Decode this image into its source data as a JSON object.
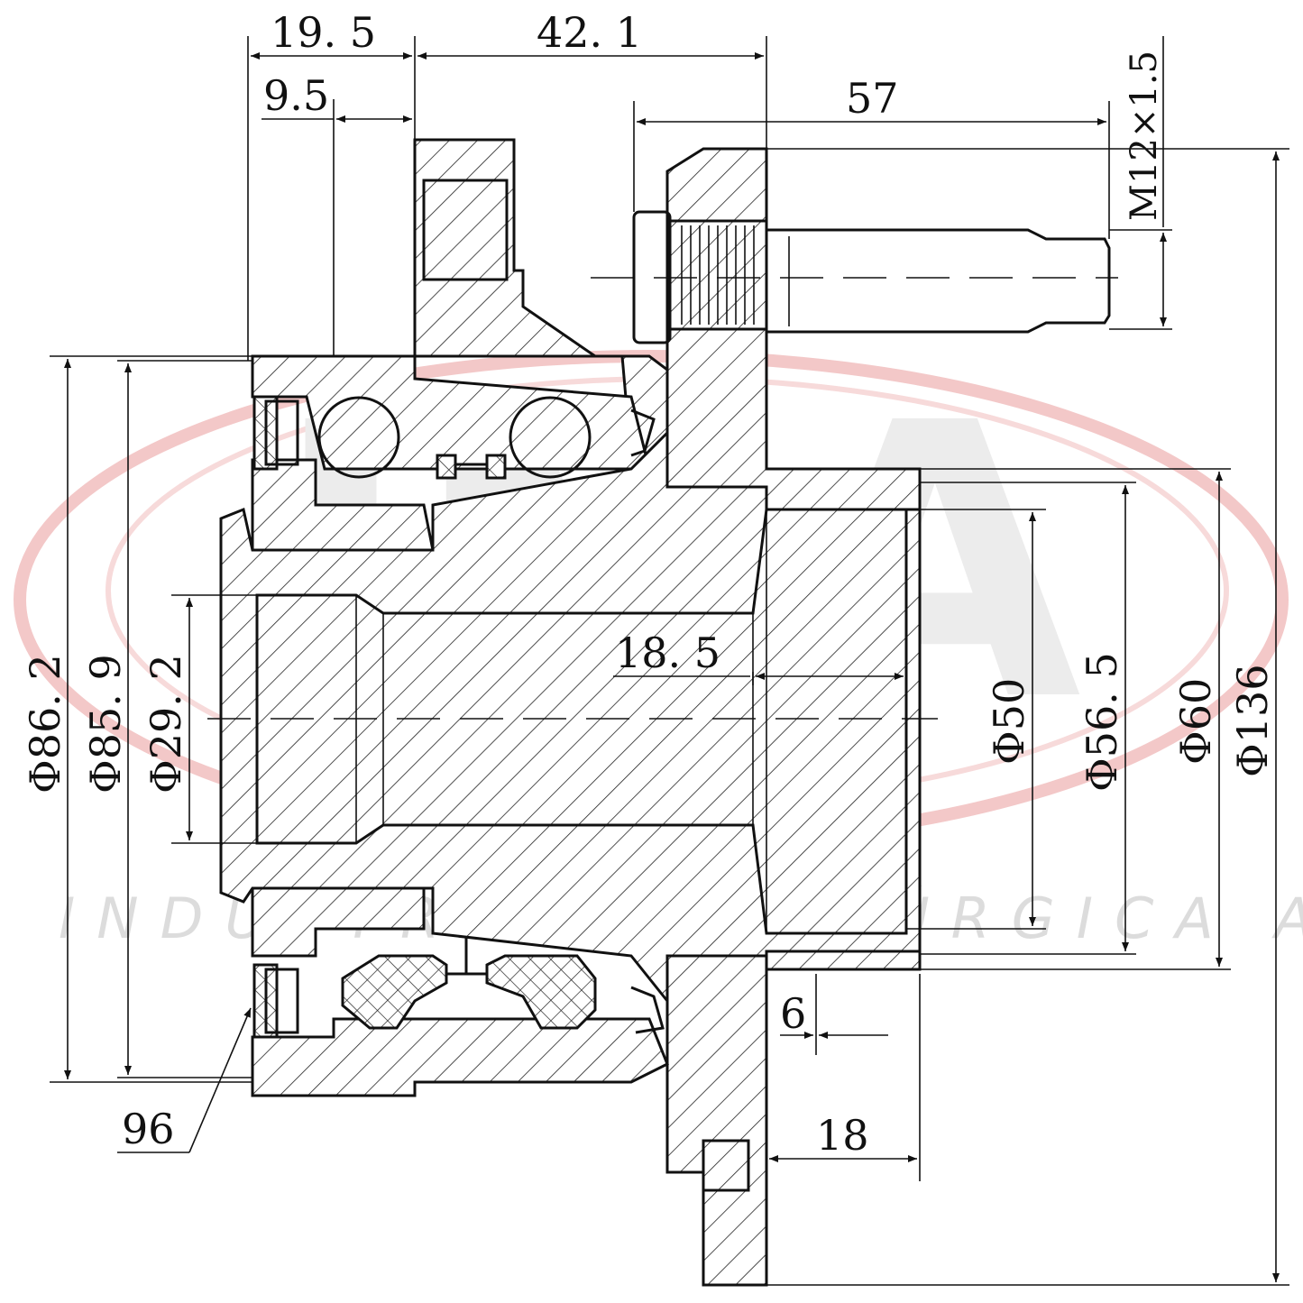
{
  "watermark": {
    "logo": "IMA",
    "text": "INDUSTRIA METALÚRGICA ALLI",
    "ring_color": "#f3c8c8"
  },
  "dimensions": {
    "d_19_5": "19. 5",
    "d_42_1": "42. 1",
    "d_9_5": "9.5",
    "d_57": "57",
    "d_thread": "M12×1.5",
    "d_18_5": "18. 5",
    "d_6": "6",
    "d_18": "18",
    "d_96": "96",
    "d_phi86_2": "Φ86. 2",
    "d_phi85_9": "Φ85. 9",
    "d_phi29_2": "Φ29. 2",
    "d_phi50": "Φ50",
    "d_phi56_5": "Φ56. 5",
    "d_phi60": "Φ60",
    "d_phi136": "Φ136"
  }
}
